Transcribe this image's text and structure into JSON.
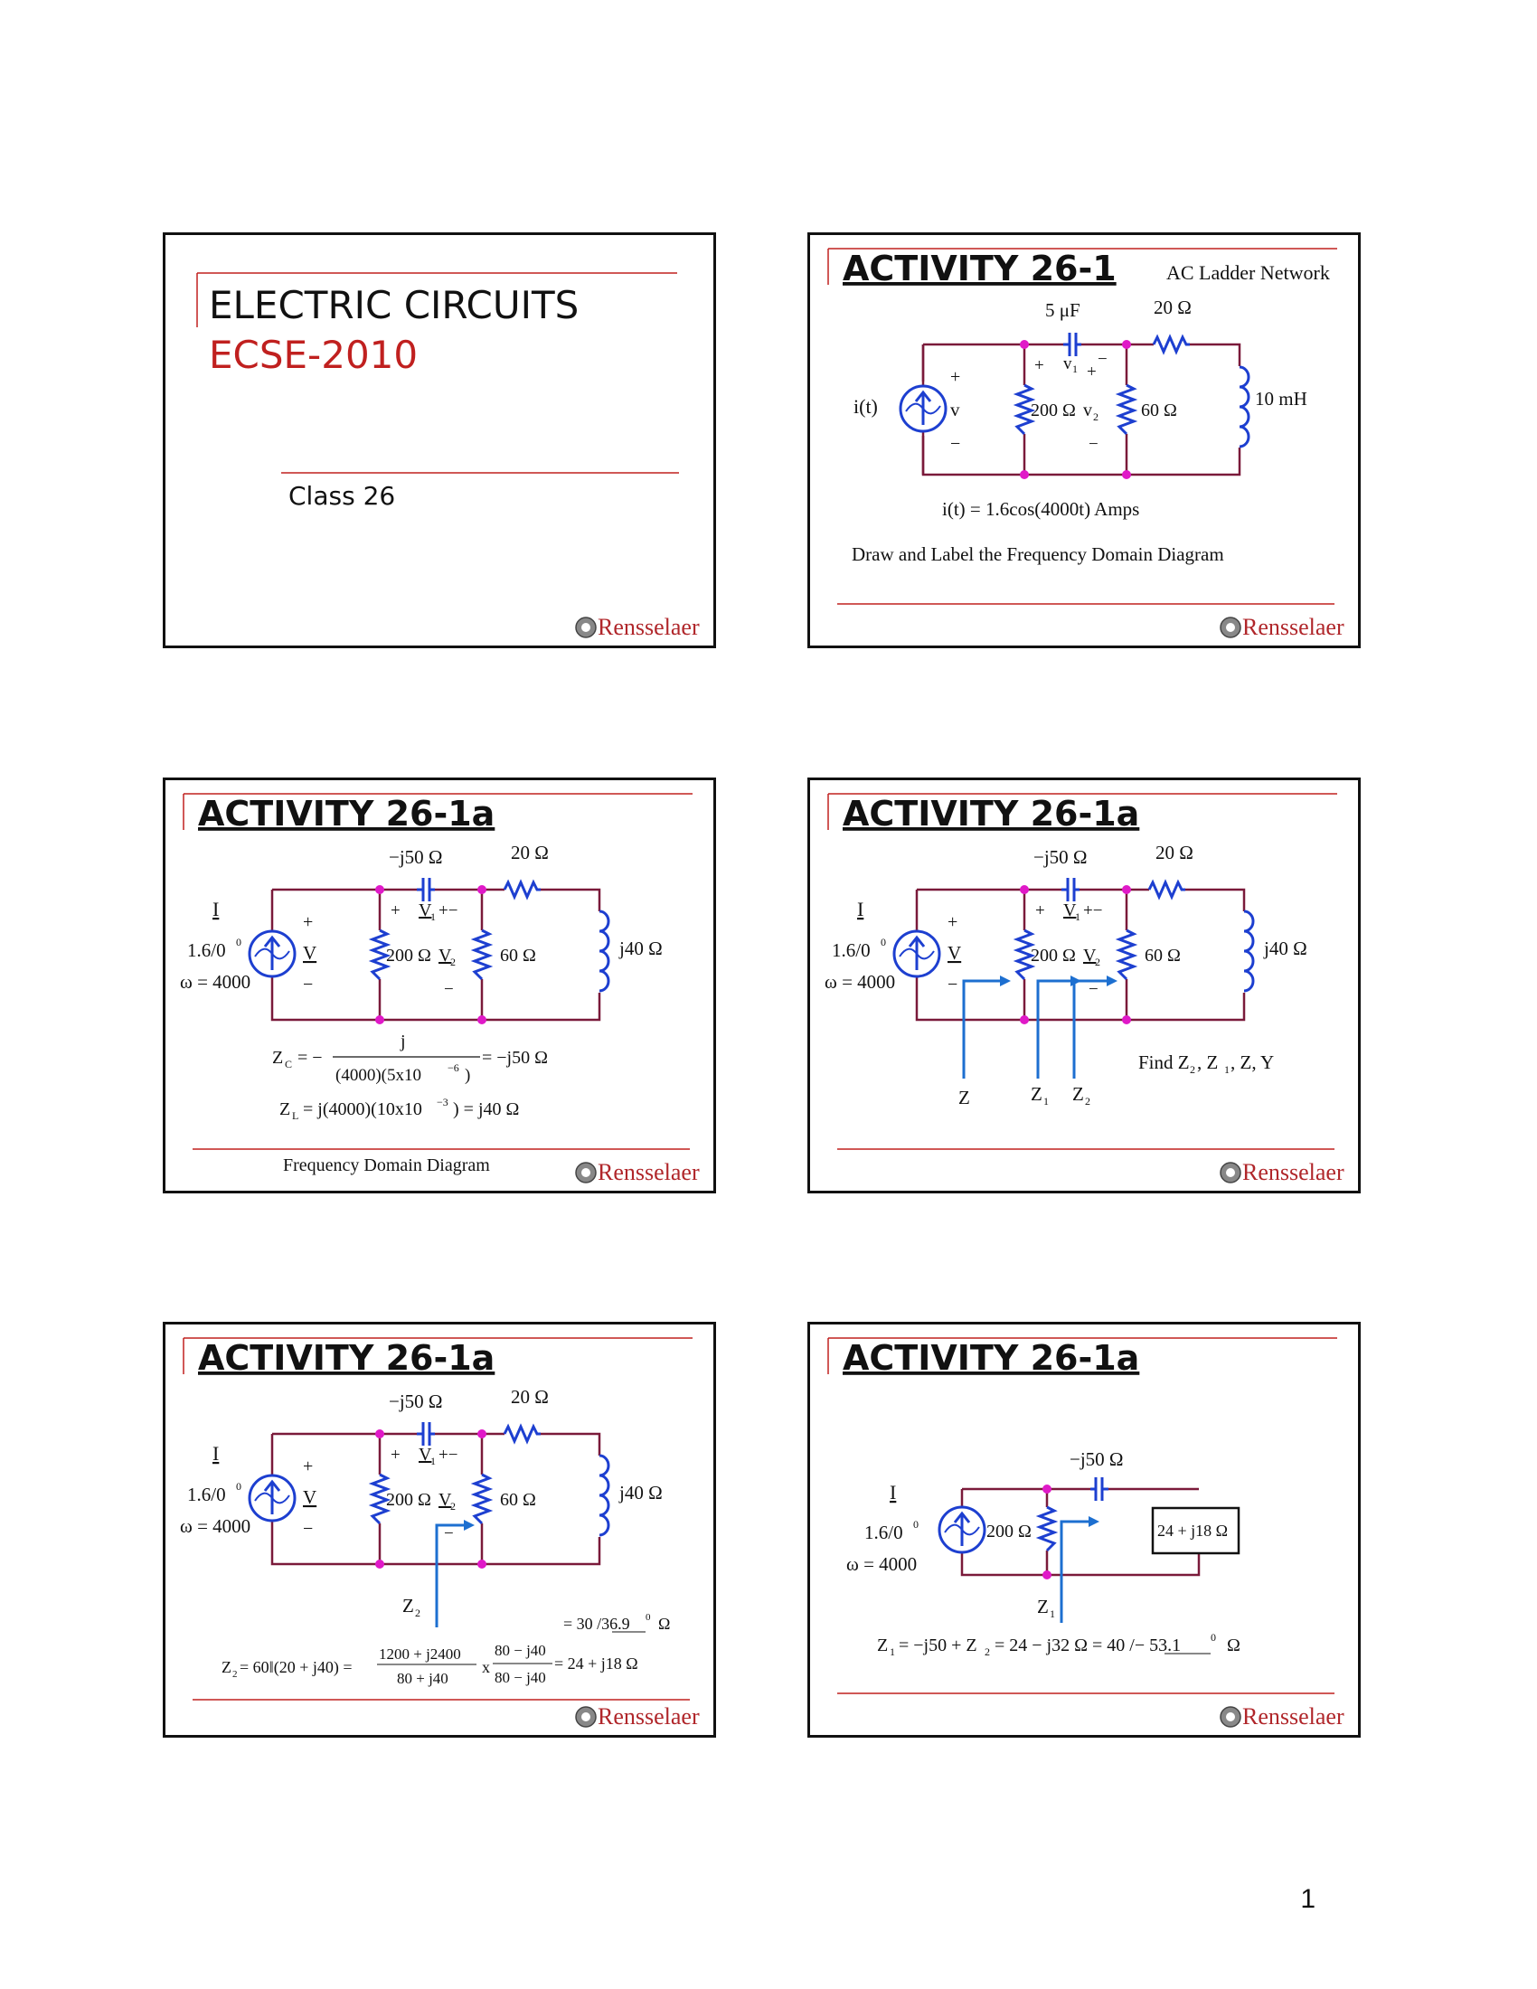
{
  "brand": {
    "name": "Rensselaer",
    "color": "#b0262a"
  },
  "colors": {
    "accent": "#c0201f",
    "wire": "#7a1a3a",
    "component": "#1d3fd0",
    "node": "#e019c8"
  },
  "page_number": "1",
  "slide1": {
    "title": "ELECTRIC CIRCUITS",
    "course": "ECSE-2010",
    "subtitle": "Class 26"
  },
  "slide2": {
    "title": "ACTIVITY 26-1",
    "network_label": "AC Ladder Network",
    "cap_label": "5 μF",
    "res_label": "20 Ω",
    "source_label": "i(t)",
    "v_label": "v",
    "r200_label": "200 Ω",
    "v2_label": "v",
    "v2_sub": "2",
    "r60_label": "60 Ω",
    "ind_label": "10 mH",
    "v1_label": "v",
    "v1_sub": "1",
    "plus": "+",
    "minus": "−",
    "equation": "i(t) = 1.6cos(4000t) Amps",
    "instruction": "Draw and Label the Frequency Domain Diagram"
  },
  "slide3": {
    "title": "ACTIVITY 26-1a",
    "cap_label": "−j50 Ω",
    "res_label": "20 Ω",
    "source_I": "I",
    "source_mag": "1.6/0",
    "source_sup": "0",
    "omega": "ω = 4000",
    "V": "V",
    "V1": "V",
    "V1_sub": "1",
    "r200_label": "200 Ω",
    "V2": "V",
    "V2_sub": "2",
    "r60_label": "60 Ω",
    "ind_label": "j40 Ω",
    "zc_left": "Z",
    "zc_sub": "C",
    "zc_eq": "= −",
    "zc_num": "j",
    "zc_den": "(4000)(5x10",
    "zc_den_sup": "−6",
    "zc_den_end": ")",
    "zc_result": "= −j50 Ω",
    "zl_left": "Z",
    "zl_sub": "L",
    "zl_eq": "= j(4000)(10x10",
    "zl_sup": "−3",
    "zl_result": ") = j40 Ω",
    "caption": "Frequency Domain Diagram"
  },
  "slide4": {
    "title": "ACTIVITY 26-1a",
    "cap_label": "−j50 Ω",
    "res_label": "20 Ω",
    "source_I": "I",
    "source_mag": "1.6/0",
    "source_sup": "0",
    "omega": "ω = 4000",
    "V": "V",
    "V1": "V",
    "V1_sub": "1",
    "r200_label": "200 Ω",
    "V2": "V",
    "V2_sub": "2",
    "r60_label": "60 Ω",
    "ind_label": "j40 Ω",
    "arrow_Z": "Z",
    "arrow_Z1": "Z",
    "arrow_Z1_sub": "1",
    "arrow_Z2": "Z",
    "arrow_Z2_sub": "2",
    "find_text": "Find Z",
    "find_sub2": "2",
    "find_mid": ", Z",
    "find_sub1": "1",
    "find_end": ", Z, Y"
  },
  "slide5": {
    "title": "ACTIVITY 26-1a",
    "cap_label": "−j50 Ω",
    "res_label": "20 Ω",
    "source_I": "I",
    "source_mag": "1.6/0",
    "source_sup": "0",
    "omega": "ω = 4000",
    "V": "V",
    "V1": "V",
    "V1_sub": "1",
    "r200_label": "200 Ω",
    "V2": "V",
    "V2_sub": "2",
    "r60_label": "60 Ω",
    "ind_label": "j40 Ω",
    "arrow_Z2": "Z",
    "arrow_Z2_sub": "2",
    "polar_result": "= 30 /36.9",
    "polar_sup": "0",
    "polar_unit": "Ω",
    "eq_left": "Z",
    "eq_left_sub": "2",
    "eq_par": "= 60‖(20 + j40) =",
    "frac1_num": "1200 + j2400",
    "frac1_den": "80 + j40",
    "times": "x",
    "frac2_num": "80 − j40",
    "frac2_den": "80 − j40",
    "eq_result": "= 24 + j18 Ω"
  },
  "slide6": {
    "title": "ACTIVITY 26-1a",
    "cap_label": "−j50 Ω",
    "source_I": "I",
    "source_mag": "1.6/0",
    "source_sup": "0",
    "omega": "ω = 4000",
    "r200_label": "200 Ω",
    "box_label": "24 + j18 Ω",
    "arrow_Z1": "Z",
    "arrow_Z1_sub": "1",
    "eq_left": "Z",
    "eq_left_sub": "1",
    "eq_mid": "= −j50 + Z",
    "eq_mid_sub": "2",
    "eq_rest": "= 24 − j32 Ω = 40 /− 53.1",
    "eq_sup": "0",
    "eq_unit": "Ω"
  }
}
